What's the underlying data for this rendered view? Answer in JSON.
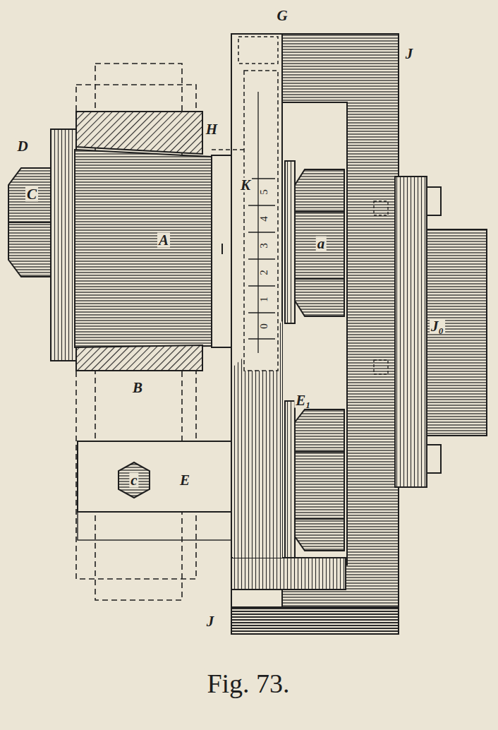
{
  "diagram": {
    "caption": "Fig. 73.",
    "labels": [
      "G",
      "J",
      "D",
      "H",
      "C",
      "K",
      "A",
      "a",
      "B",
      "c",
      "E",
      "E₁",
      "J₀",
      "J",
      "0",
      "1",
      "2",
      "3",
      "4",
      "5"
    ]
  }
}
